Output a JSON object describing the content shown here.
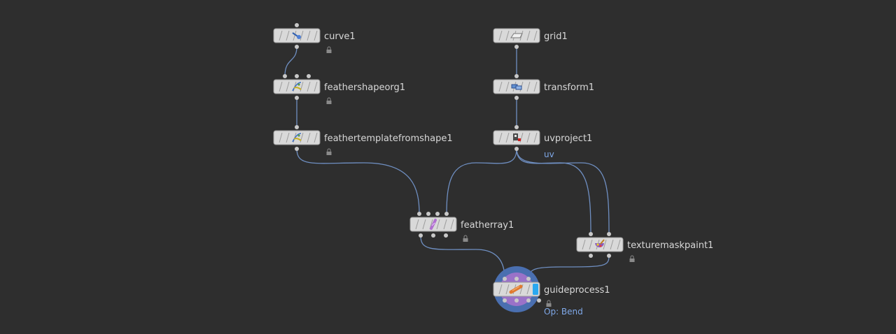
{
  "network": {
    "nodes": [
      {
        "id": "curve1",
        "label": "curve1",
        "sub": "",
        "icon": "curve-icon",
        "inputs": 1,
        "outputs": 1,
        "locked": true,
        "selected": false
      },
      {
        "id": "grid1",
        "label": "grid1",
        "sub": "",
        "icon": "grid-icon",
        "inputs": 0,
        "outputs": 1,
        "locked": false,
        "selected": false
      },
      {
        "id": "feathershapeorg1",
        "label": "feathershapeorg1",
        "sub": "",
        "icon": "feather-icon",
        "inputs": 3,
        "outputs": 1,
        "locked": true,
        "selected": false
      },
      {
        "id": "transform1",
        "label": "transform1",
        "sub": "",
        "icon": "transform-icon",
        "inputs": 1,
        "outputs": 1,
        "locked": false,
        "selected": false
      },
      {
        "id": "feathertemplatefromshape1",
        "label": "feathertemplatefromshape1",
        "sub": "",
        "icon": "feather-icon",
        "inputs": 1,
        "outputs": 1,
        "locked": true,
        "selected": false
      },
      {
        "id": "uvproject1",
        "label": "uvproject1",
        "sub": "uv",
        "icon": "uvproject-icon",
        "inputs": 1,
        "outputs": 1,
        "locked": false,
        "selected": false
      },
      {
        "id": "featherray1",
        "label": "featherray1",
        "sub": "",
        "icon": "featherray-icon",
        "inputs": 4,
        "outputs": 3,
        "locked": true,
        "selected": false
      },
      {
        "id": "texturemaskpaint1",
        "label": "texturemaskpaint1",
        "sub": "",
        "icon": "paint-icon",
        "inputs": 2,
        "outputs": 2,
        "locked": true,
        "selected": false
      },
      {
        "id": "guideprocess1",
        "label": "guideprocess1",
        "sub": "Op: Bend",
        "icon": "guideprocess-icon",
        "inputs": 3,
        "outputs": 4,
        "locked": true,
        "selected": true
      }
    ]
  },
  "colors": {
    "background": "#2e2e2e",
    "wire": "#6f8fc2",
    "node": "#d9d9d9",
    "label": "#d8d8d8",
    "sublabel": "#7fa8e8",
    "display_flag": "#2aa8f0",
    "selection_ring": "#4a6fb0",
    "template_ring": "#9a72c8"
  }
}
